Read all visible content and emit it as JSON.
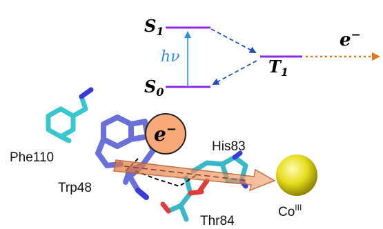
{
  "energy_diagram": {
    "s1_base": "S",
    "s1_sub": "1",
    "s0_base": "S",
    "s0_sub": "0",
    "t1_base": "T",
    "t1_sub": "1",
    "hv_label": "hν",
    "electron_base": "e",
    "electron_sup": "−"
  },
  "structure": {
    "labels": {
      "phe": "Phe110",
      "trp": "Trp48",
      "his": "His83",
      "thr": "Thr84",
      "co_base": "Co",
      "co_sup": "III"
    },
    "electron_base": "e",
    "electron_sup": "−"
  },
  "colors": {
    "level": "#8a2be2",
    "isc_arrow": "#1f4fbf",
    "excitation_arrow": "#2a8fd6",
    "emission_arrow": "#e8741a",
    "bubble_fill": "#f7a978",
    "transfer_arrow": "#e88a50",
    "phe_stick": "#38c7cf",
    "trp_stick": "#6b6fd8",
    "his_stick": "#38b8c8",
    "nitrogen": "#3b3bd9",
    "oxygen": "#e23b3b",
    "cobalt": "#e6dc1c"
  }
}
